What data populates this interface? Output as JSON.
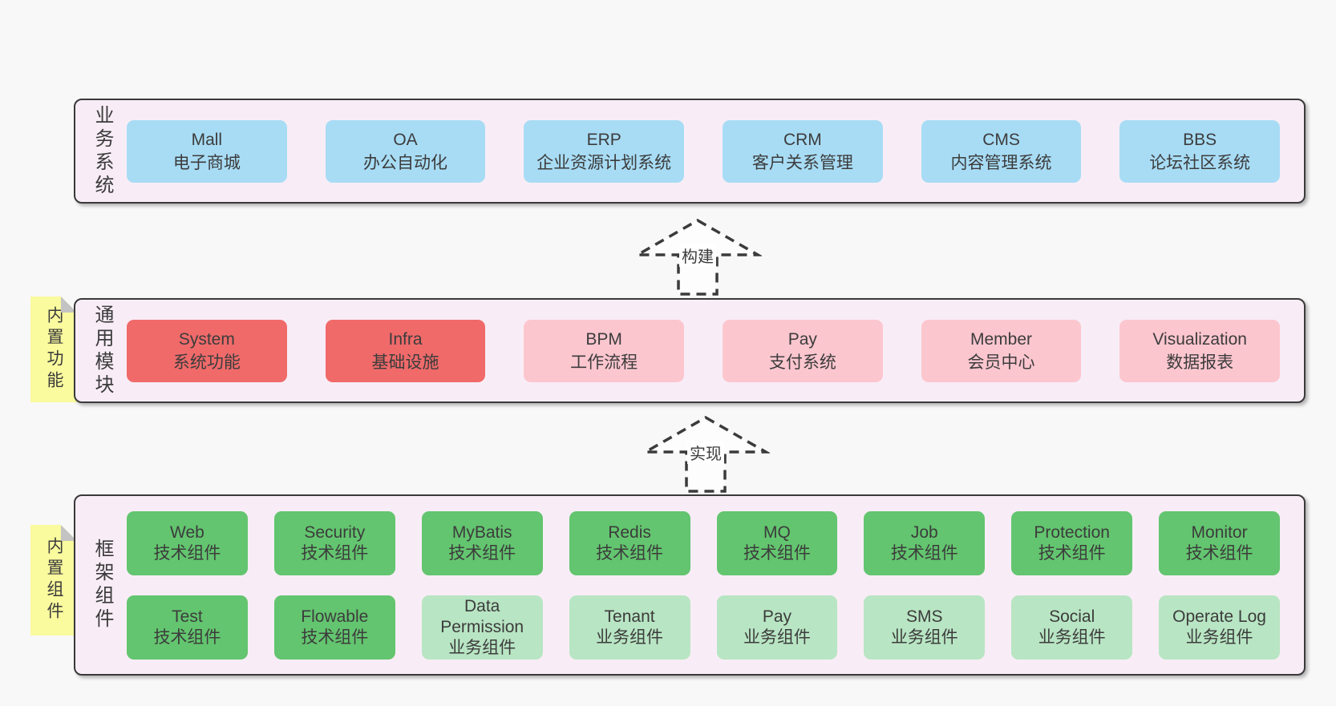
{
  "layers": [
    {
      "label": "业务系统",
      "boxes": [
        {
          "name": "Mall",
          "desc": "电子商城"
        },
        {
          "name": "OA",
          "desc": "办公自动化"
        },
        {
          "name": "ERP",
          "desc": "企业资源计划系统"
        },
        {
          "name": "CRM",
          "desc": "客户关系管理"
        },
        {
          "name": "CMS",
          "desc": "内容管理系统"
        },
        {
          "name": "BBS",
          "desc": "论坛社区系统"
        }
      ]
    },
    {
      "label": "通用模块",
      "tab": "内置功能",
      "boxes": [
        {
          "name": "System",
          "desc": "系统功能"
        },
        {
          "name": "Infra",
          "desc": "基础设施"
        },
        {
          "name": "BPM",
          "desc": "工作流程"
        },
        {
          "name": "Pay",
          "desc": "支付系统"
        },
        {
          "name": "Member",
          "desc": "会员中心"
        },
        {
          "name": "Visualization",
          "desc": "数据报表"
        }
      ]
    },
    {
      "label": "框架组件",
      "tab": "内置组件",
      "rows": [
        [
          {
            "name": "Web",
            "desc": "技术组件"
          },
          {
            "name": "Security",
            "desc": "技术组件"
          },
          {
            "name": "MyBatis",
            "desc": "技术组件"
          },
          {
            "name": "Redis",
            "desc": "技术组件"
          },
          {
            "name": "MQ",
            "desc": "技术组件"
          },
          {
            "name": "Job",
            "desc": "技术组件"
          },
          {
            "name": "Protection",
            "desc": "技术组件"
          },
          {
            "name": "Monitor",
            "desc": "技术组件"
          }
        ],
        [
          {
            "name": "Test",
            "desc": "技术组件"
          },
          {
            "name": "Flowable",
            "desc": "技术组件"
          },
          {
            "name": "Data Permission",
            "desc": "业务组件"
          },
          {
            "name": "Tenant",
            "desc": "业务组件"
          },
          {
            "name": "Pay",
            "desc": "业务组件"
          },
          {
            "name": "SMS",
            "desc": "业务组件"
          },
          {
            "name": "Social",
            "desc": "业务组件"
          },
          {
            "name": "Operate Log",
            "desc": "业务组件"
          }
        ]
      ]
    }
  ],
  "arrows": [
    {
      "label": "构建"
    },
    {
      "label": "实现"
    }
  ],
  "colors": {
    "page_bg": "#f8f8f8",
    "layer_bg": "#f8edf6",
    "layer_border": "#3a3a3a",
    "node_blue": "#a8dcf5",
    "node_red": "#f06a6a",
    "node_pink": "#fcc6cf",
    "node_green": "#63c56f",
    "node_light_green": "#b8e5c3",
    "tab_yellow": "#fafa9e",
    "tab_fold_gray": "#c3c3c3",
    "text": "#3b3b3b"
  }
}
